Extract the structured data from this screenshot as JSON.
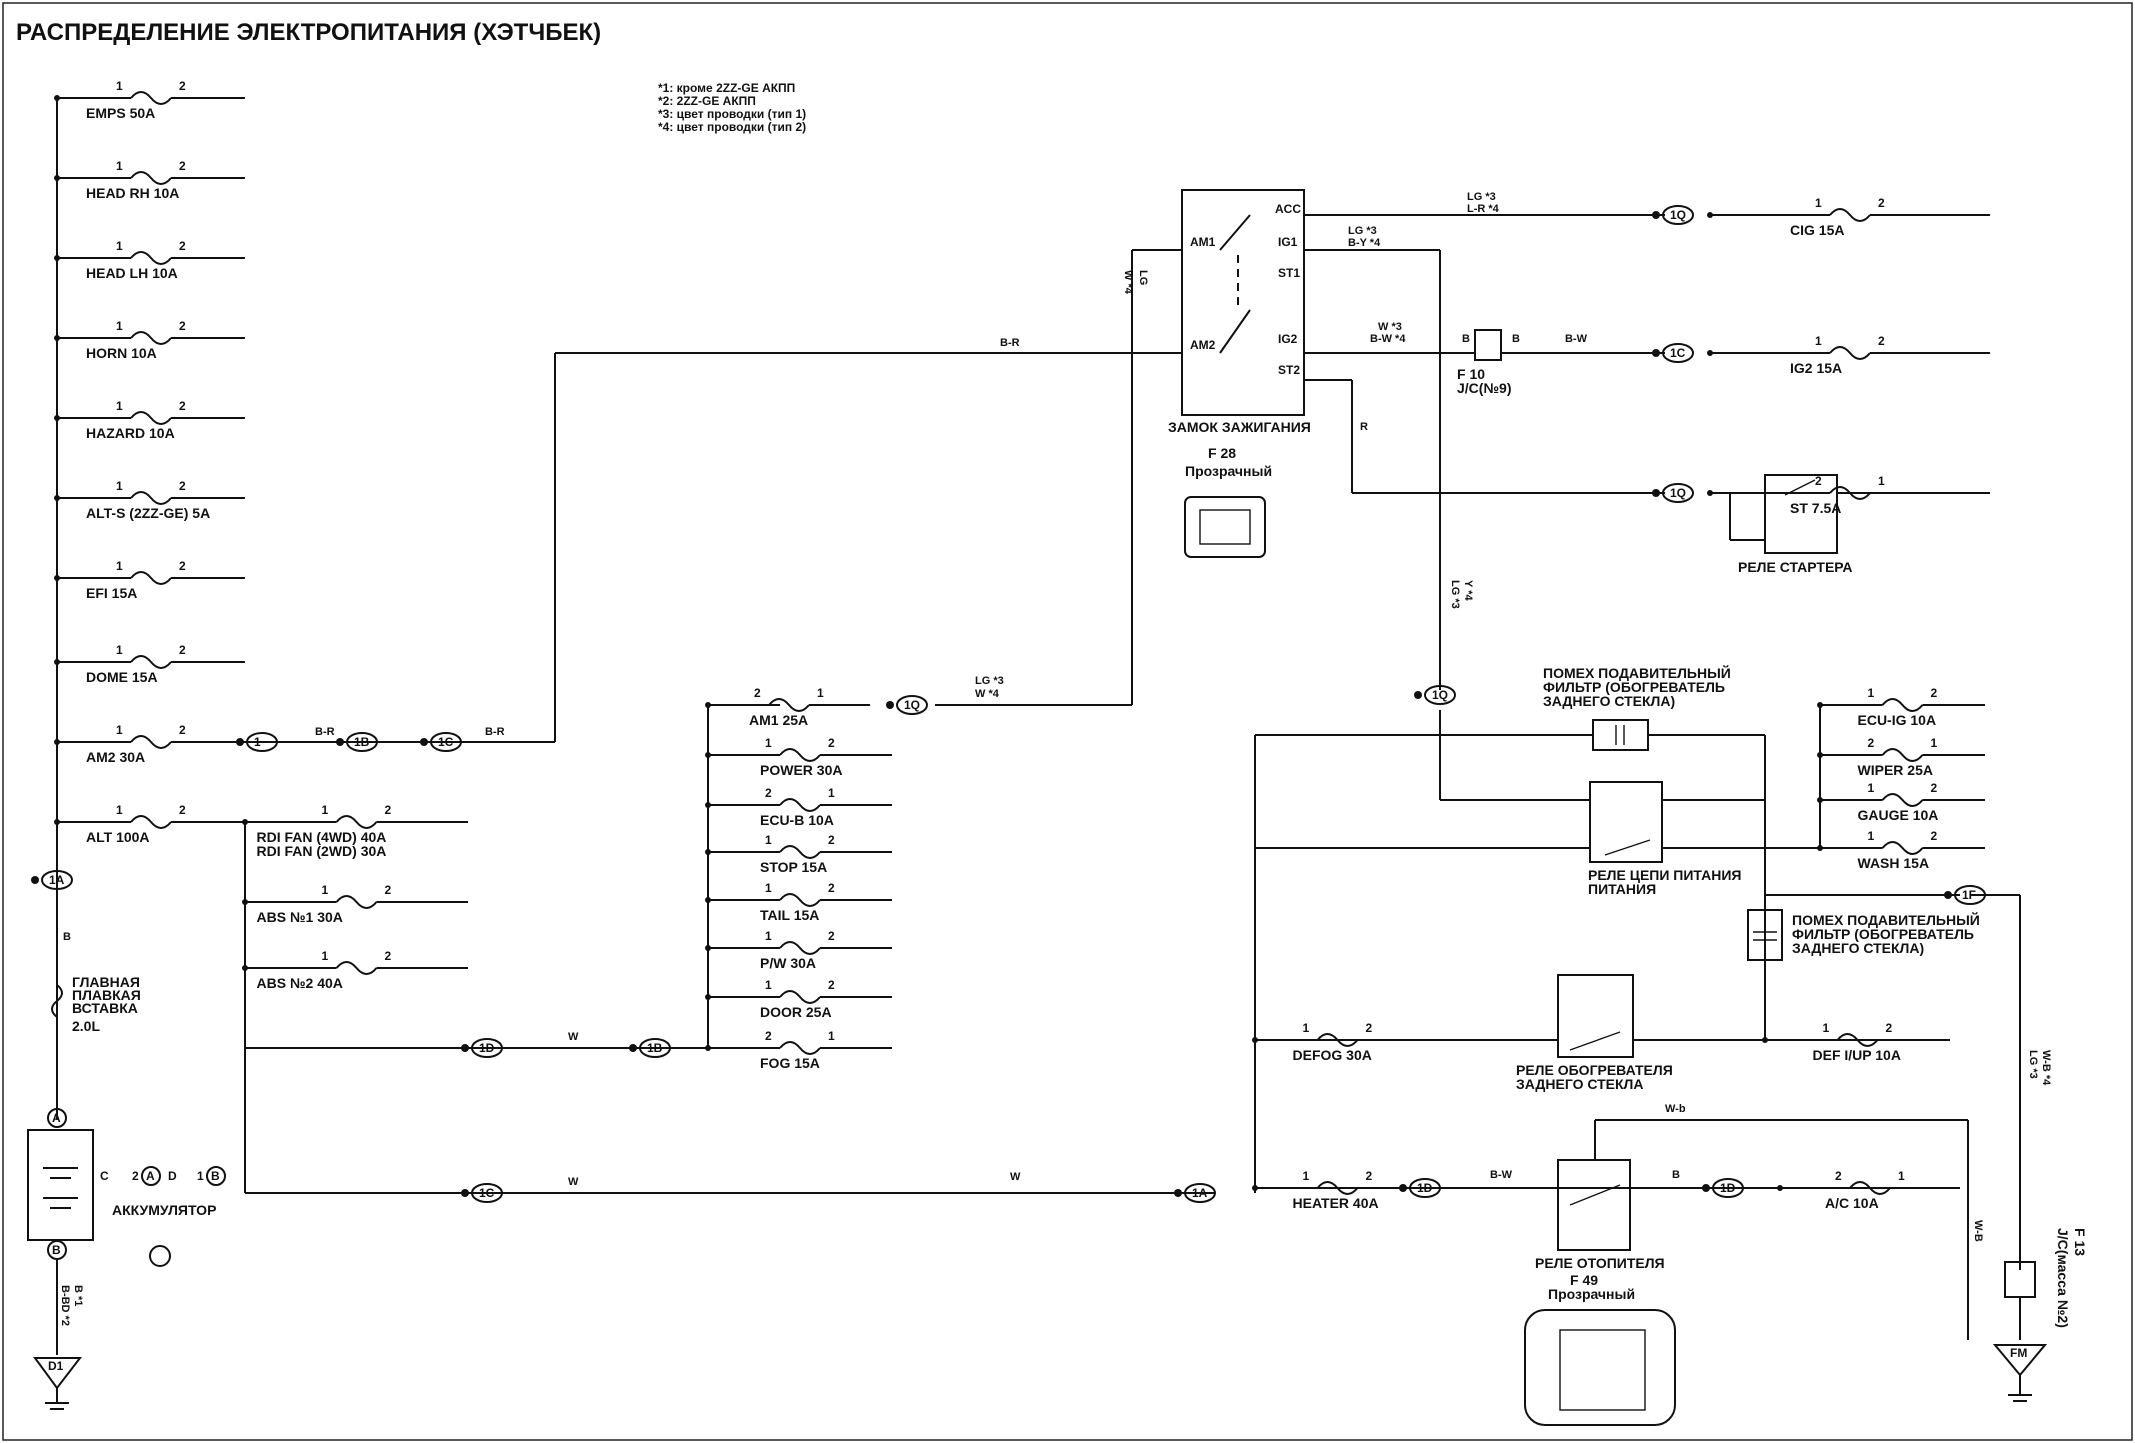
{
  "title": "РАСПРЕДЕЛЕНИЕ ЭЛЕКТРОПИТАНИЯ (ХЭТЧБЕК)",
  "notes": [
    "*1: кроме 2ZZ-GE АКПП",
    "*2: 2ZZ-GE АКПП",
    "*3: цвет проводки (тип 1)",
    "*4: цвет проводки (тип 2)"
  ],
  "left_fuses": [
    {
      "label": "EMPS 50A",
      "p1": "1",
      "p2": "2"
    },
    {
      "label": "HEAD RH 10A",
      "p1": "1",
      "p2": "2"
    },
    {
      "label": "HEAD LH 10A",
      "p1": "1",
      "p2": "2"
    },
    {
      "label": "HORN 10A",
      "p1": "1",
      "p2": "2"
    },
    {
      "label": "HAZARD 10A",
      "p1": "1",
      "p2": "2"
    },
    {
      "label": "ALT-S (2ZZ-GE) 5A",
      "p1": "1",
      "p2": "2"
    },
    {
      "label": "EFI 15A",
      "p1": "1",
      "p2": "2"
    },
    {
      "label": "DOME 15A",
      "p1": "1",
      "p2": "2"
    },
    {
      "label": "AM2 30A",
      "p1": "1",
      "p2": "2"
    },
    {
      "label": "ALT 100A",
      "p1": "1",
      "p2": "2"
    }
  ],
  "mid_fuses": [
    {
      "label": "RDI FAN (4WD) 40A",
      "label2": "RDI FAN (2WD) 30A",
      "p1": "1",
      "p2": "2"
    },
    {
      "label": "ABS №1 30A",
      "p1": "1",
      "p2": "2"
    },
    {
      "label": "ABS №2 40A",
      "p1": "1",
      "p2": "2"
    }
  ],
  "center_fuses": [
    {
      "label": "AM1 25A",
      "p1": "2",
      "p2": "1"
    },
    {
      "label": "POWER 30A",
      "p1": "1",
      "p2": "2"
    },
    {
      "label": "ECU-B 10A",
      "p1": "2",
      "p2": "1"
    },
    {
      "label": "STOP 15A",
      "p1": "1",
      "p2": "2"
    },
    {
      "label": "TAIL 15A",
      "p1": "1",
      "p2": "2"
    },
    {
      "label": "P/W 30A",
      "p1": "1",
      "p2": "2"
    },
    {
      "label": "DOOR 25A",
      "p1": "1",
      "p2": "2"
    },
    {
      "label": "FOG 15A",
      "p1": "2",
      "p2": "1"
    }
  ],
  "right_fuses": [
    {
      "label": "CIG 15A",
      "p1": "1",
      "p2": "2"
    },
    {
      "label": "IG2 15A",
      "p1": "1",
      "p2": "2"
    },
    {
      "label": "ST 7.5A",
      "p1": "2",
      "p2": "1"
    }
  ],
  "side_fuses": [
    {
      "label": "ECU-IG 10A",
      "p1": "1",
      "p2": "2"
    },
    {
      "label": "WIPER 25A",
      "p1": "2",
      "p2": "1"
    },
    {
      "label": "GAUGE 10A",
      "p1": "1",
      "p2": "2"
    },
    {
      "label": "WASH 15A",
      "p1": "1",
      "p2": "2"
    }
  ],
  "bottom_fuses": [
    {
      "label": "DEFOG 30A",
      "p1": "1",
      "p2": "2"
    },
    {
      "label": "DEF I/UP 10A",
      "p1": "1",
      "p2": "2"
    },
    {
      "label": "HEATER 40A",
      "p1": "1",
      "p2": "2"
    },
    {
      "label": "A/C 10A",
      "p1": "2",
      "p2": "1"
    }
  ],
  "connectors": [
    {
      "id": "1",
      "v": "1"
    },
    {
      "id": "1B",
      "v": "1B"
    },
    {
      "id": "1C",
      "v": "1C"
    },
    {
      "id": "1Q",
      "v": "1Q"
    },
    {
      "id": "1Qcig",
      "v": "1Q"
    },
    {
      "id": "1Cig2",
      "v": "1C"
    },
    {
      "id": "1Qst",
      "v": "1Q"
    },
    {
      "id": "1Qrel",
      "v": "1Q"
    },
    {
      "id": "1A",
      "v": "1A"
    },
    {
      "id": "1D",
      "v": "1D"
    },
    {
      "id": "1B2",
      "v": "1B"
    },
    {
      "id": "1C2",
      "v": "1C"
    },
    {
      "id": "1Ah",
      "v": "1A"
    },
    {
      "id": "1Dh",
      "v": "1D"
    },
    {
      "id": "1Dac",
      "v": "1D"
    },
    {
      "id": "1F",
      "v": "1F"
    }
  ],
  "ignition": {
    "label": "ЗАМОК ЗАЖИГАНИЯ",
    "code": "F 28",
    "sub": "Прозрачный",
    "terms": [
      "AM1",
      "AM2",
      "ACC",
      "IG1",
      "ST1",
      "IG2",
      "ST2"
    ]
  },
  "relays": {
    "starter": "РЕЛЕ СТАРТЕРА",
    "power": "РЕЛЕ ЦЕПИ ПИТАНИЯ",
    "power2": "ПИТАНИЯ",
    "defog1": "РЕЛЕ ОБОГРЕВАТЕЛЯ",
    "defog2": "ЗАДНЕГО СТЕКЛА",
    "heater": "РЕЛЕ ОТОПИТЕЛЯ",
    "heater_code": "F 49",
    "heater_sub": "Прозрачный"
  },
  "filter": {
    "l1": "ПОМЕХ ПОДАВИТЕЛЬНЫЙ",
    "l2": "ФИЛЬТР (ОБОГРЕВАТЕЛЬ",
    "l3": "ЗАДНЕГО СТЕКЛА)"
  },
  "main_fuse": [
    "ГЛАВНАЯ",
    "ПЛАВКАЯ",
    "ВСТАВКА",
    "2.0L"
  ],
  "battery": "АККУМУЛЯТОР",
  "jc": {
    "code": "F 10",
    "label": "J/C(№9)"
  },
  "jc2": {
    "code": "F 13",
    "label": "J/C(масса №2)"
  },
  "grounds": [
    "D1",
    "FM"
  ],
  "wires": {
    "BR": "B-R",
    "W": "W",
    "B": "B",
    "R": "R",
    "BW": "B-W",
    "Wb": "W-b",
    "WB": "W-B",
    "LG3": "LG *3",
    "LR4": "L-R *4",
    "LG3b": "LG *3",
    "BY4": "B-Y *4",
    "W3": "W *3",
    "BW4": "B-W *4",
    "LGw": "LG *3",
    "Ww": "W *4",
    "LGv": "LG *3",
    "LGY": "Y *4",
    "BBD": "B *1",
    "BB2": "B-BD *2",
    "LGv2": "LG *3",
    "WB4": "W-B *4",
    "LGr": "LG",
    "W4r": "W *4"
  },
  "battery_pins": {
    "A": "A",
    "B": "B",
    "C": "C",
    "D": "D",
    "n2": "2",
    "n1": "1"
  }
}
